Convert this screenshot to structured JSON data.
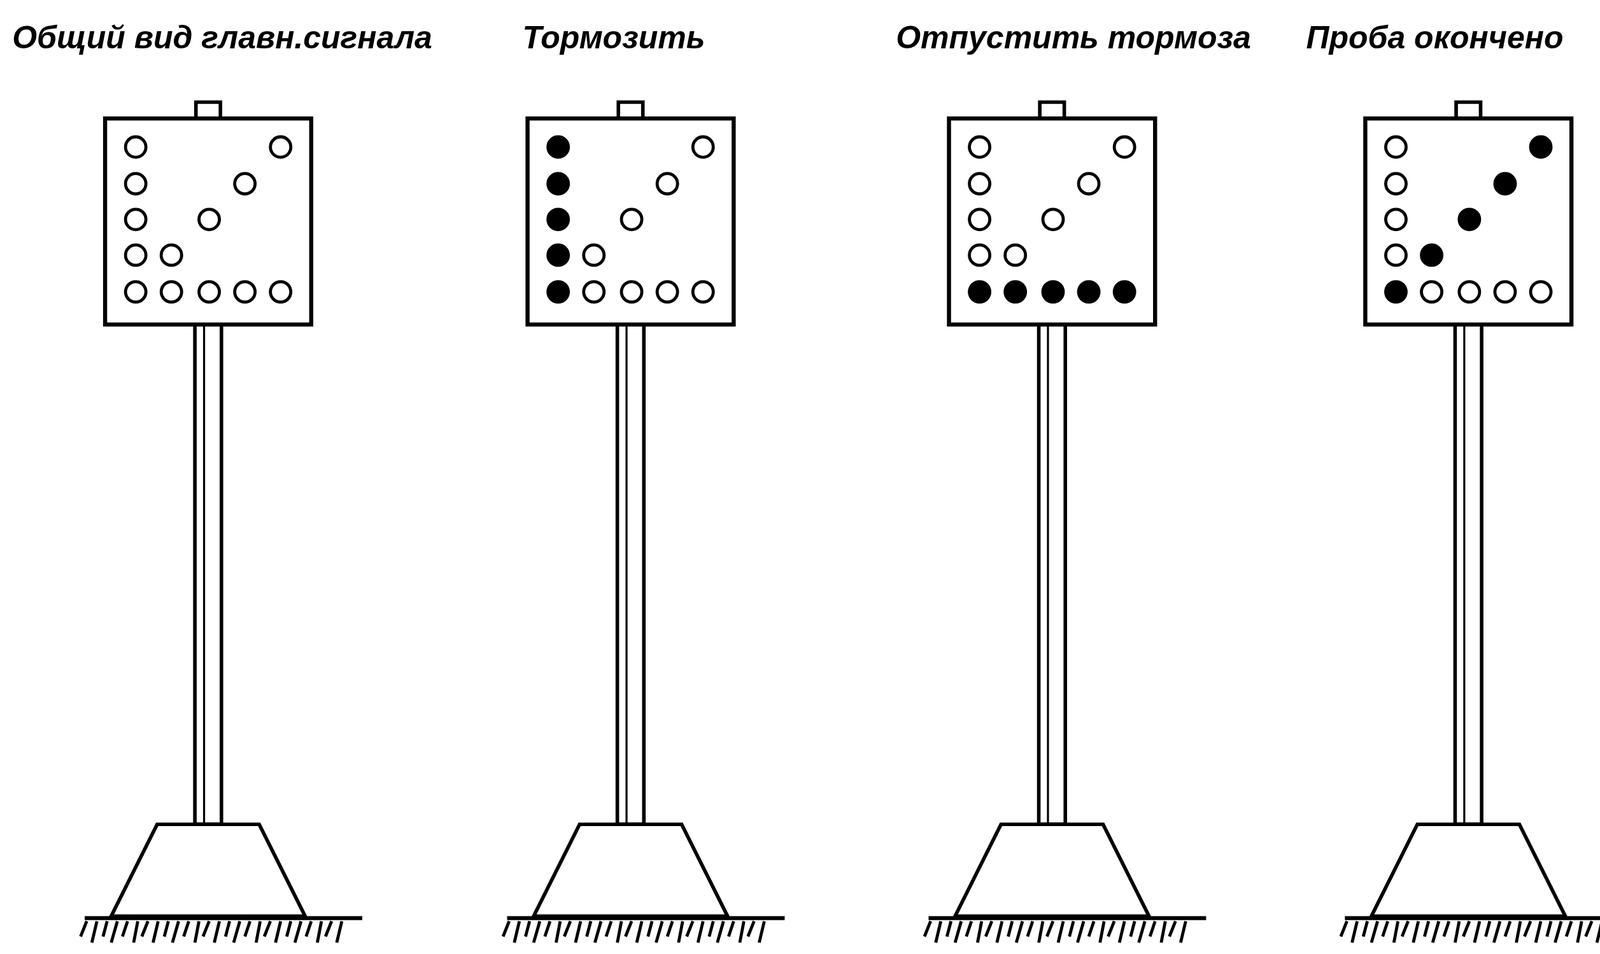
{
  "diagram": {
    "labels": [
      "Общий вид главн.сигнала",
      "Тормозить",
      "Отпустить тормоза",
      "Проба окончено"
    ]
  }
}
